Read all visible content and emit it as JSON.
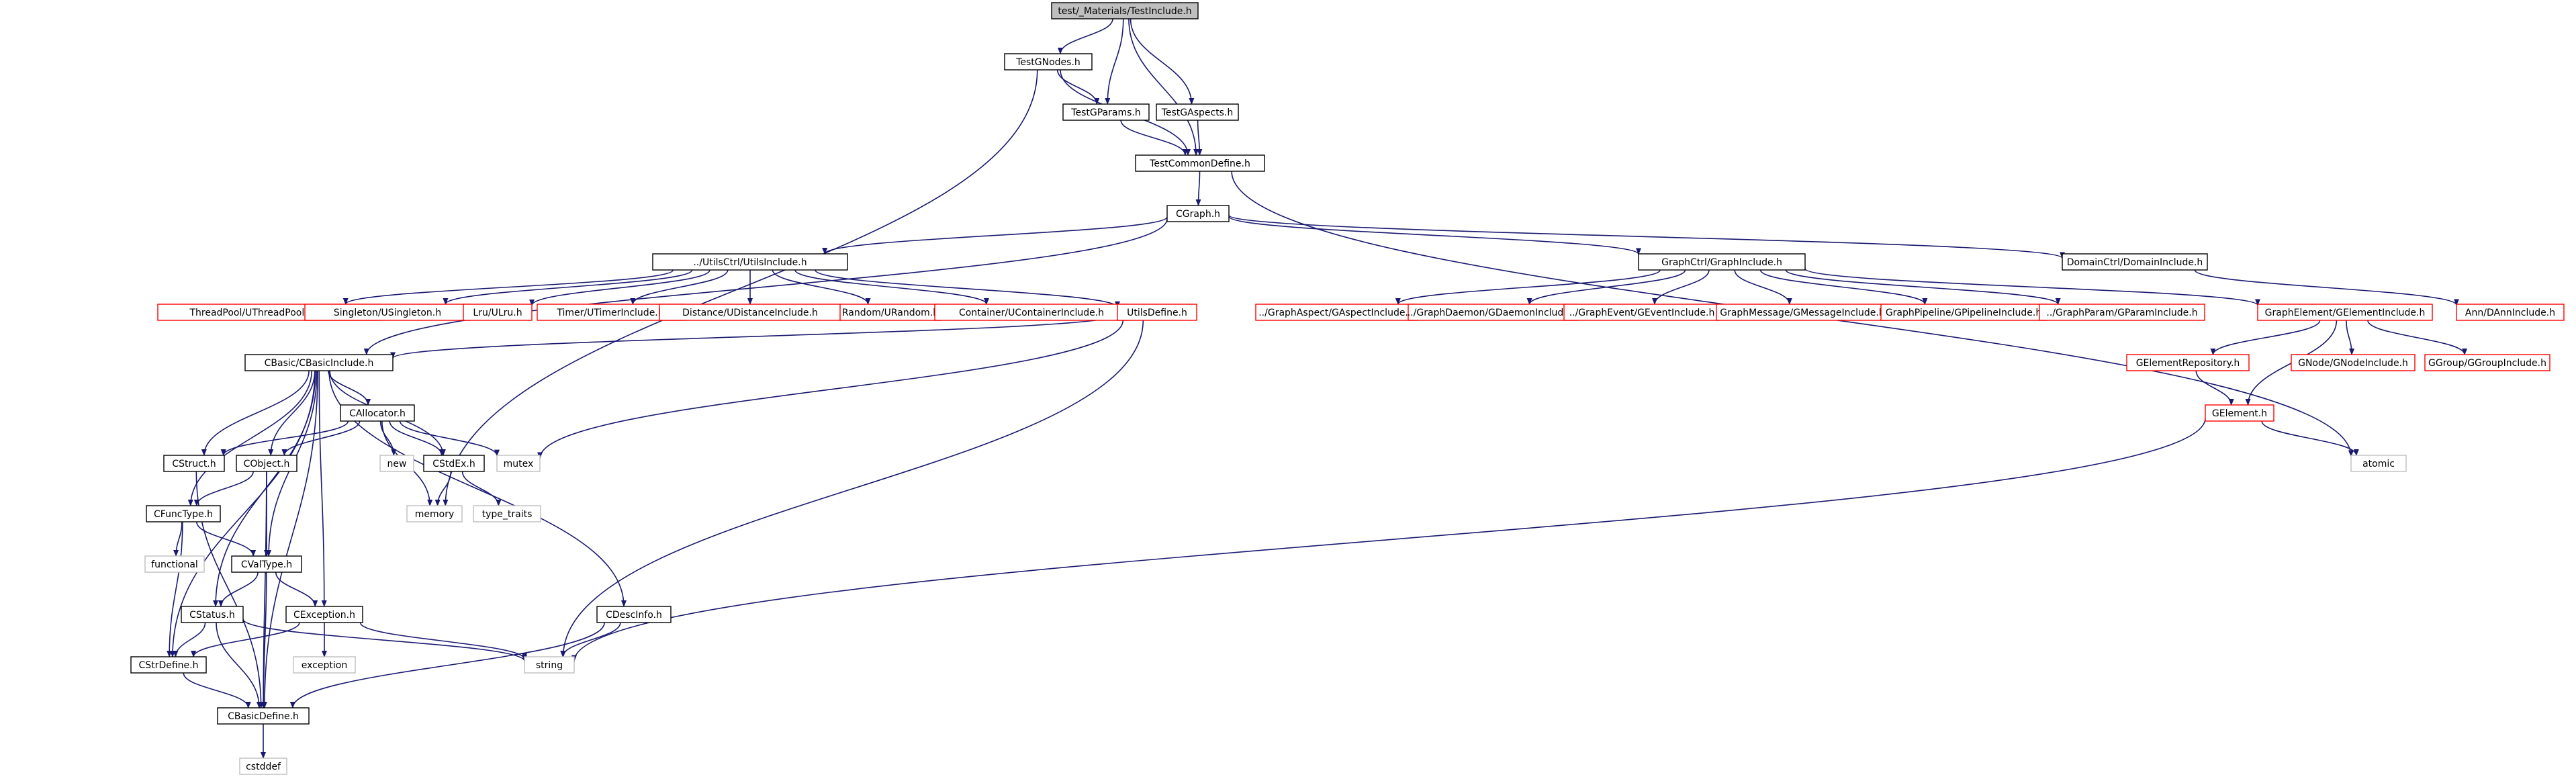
{
  "colors": {
    "edge": "#191970",
    "root_fill": "#bfbfbf",
    "node_border": "#000000",
    "missing_border": "#ff0000",
    "system_border": "#bfbfbf",
    "text": "#000000"
  },
  "nodes": [
    {
      "id": "root",
      "label": "test/_Materials/TestInclude.h",
      "kind": "root"
    },
    {
      "id": "gnodes",
      "label": "TestGNodes.h",
      "kind": "normal"
    },
    {
      "id": "gparams",
      "label": "TestGParams.h",
      "kind": "normal"
    },
    {
      "id": "gaspects",
      "label": "TestGAspects.h",
      "kind": "normal"
    },
    {
      "id": "commondefine",
      "label": "TestCommonDefine.h",
      "kind": "normal"
    },
    {
      "id": "cgraph",
      "label": "CGraph.h",
      "kind": "normal"
    },
    {
      "id": "utilsinclude",
      "label": "../UtilsCtrl/UtilsInclude.h",
      "kind": "normal"
    },
    {
      "id": "graphinclude",
      "label": "GraphCtrl/GraphInclude.h",
      "kind": "normal"
    },
    {
      "id": "domaininclude",
      "label": "DomainCtrl/DomainInclude.h",
      "kind": "normal"
    },
    {
      "id": "threadpool",
      "label": "ThreadPool/UThreadPoolInclude.h",
      "kind": "missing"
    },
    {
      "id": "singleton",
      "label": "Singleton/USingleton.h",
      "kind": "missing"
    },
    {
      "id": "lru",
      "label": "Lru/ULru.h",
      "kind": "missing"
    },
    {
      "id": "timer",
      "label": "Timer/UTimerInclude.h",
      "kind": "missing"
    },
    {
      "id": "distance",
      "label": "Distance/UDistanceInclude.h",
      "kind": "missing"
    },
    {
      "id": "random",
      "label": "Random/URandom.h",
      "kind": "missing"
    },
    {
      "id": "container",
      "label": "Container/UContainerInclude.h",
      "kind": "missing"
    },
    {
      "id": "utilsdefine",
      "label": "UtilsDefine.h",
      "kind": "missing"
    },
    {
      "id": "gaspectinc",
      "label": "../GraphAspect/GAspectInclude.h",
      "kind": "missing"
    },
    {
      "id": "gdaemoninc",
      "label": "../GraphDaemon/GDaemonInclude.h",
      "kind": "missing"
    },
    {
      "id": "geventinc",
      "label": "../GraphEvent/GEventInclude.h",
      "kind": "missing"
    },
    {
      "id": "gmessageinc",
      "label": "GraphMessage/GMessageInclude.h",
      "kind": "missing"
    },
    {
      "id": "gpipelineinc",
      "label": "GraphPipeline/GPipelineInclude.h",
      "kind": "missing"
    },
    {
      "id": "gparaminc",
      "label": "../GraphParam/GParamInclude.h",
      "kind": "missing"
    },
    {
      "id": "gelementinc",
      "label": "GraphElement/GElementInclude.h",
      "kind": "missing"
    },
    {
      "id": "anninc",
      "label": "Ann/DAnnInclude.h",
      "kind": "missing"
    },
    {
      "id": "gelementrepo",
      "label": "GElementRepository.h",
      "kind": "missing"
    },
    {
      "id": "gnodeinc",
      "label": "GNode/GNodeInclude.h",
      "kind": "missing"
    },
    {
      "id": "ggroupinc",
      "label": "GGroup/GGroupInclude.h",
      "kind": "missing"
    },
    {
      "id": "gelement",
      "label": "GElement.h",
      "kind": "missing"
    },
    {
      "id": "atomic",
      "label": "atomic",
      "kind": "system"
    },
    {
      "id": "cbasicinclude",
      "label": "CBasic/CBasicInclude.h",
      "kind": "normal"
    },
    {
      "id": "callocator",
      "label": "CAllocator.h",
      "kind": "normal"
    },
    {
      "id": "new",
      "label": "new",
      "kind": "system"
    },
    {
      "id": "cstdex",
      "label": "CStdEx.h",
      "kind": "normal"
    },
    {
      "id": "mutex",
      "label": "mutex",
      "kind": "system"
    },
    {
      "id": "cstruct",
      "label": "CStruct.h",
      "kind": "normal"
    },
    {
      "id": "cobject",
      "label": "CObject.h",
      "kind": "normal"
    },
    {
      "id": "memory",
      "label": "memory",
      "kind": "system"
    },
    {
      "id": "typetraits",
      "label": "type_traits",
      "kind": "system"
    },
    {
      "id": "cfunctype",
      "label": "CFuncType.h",
      "kind": "normal"
    },
    {
      "id": "functional",
      "label": "functional",
      "kind": "system"
    },
    {
      "id": "cvaltype",
      "label": "CValType.h",
      "kind": "normal"
    },
    {
      "id": "cstatus",
      "label": "CStatus.h",
      "kind": "normal"
    },
    {
      "id": "cexception",
      "label": "CException.h",
      "kind": "normal"
    },
    {
      "id": "cdescinfo",
      "label": "CDescInfo.h",
      "kind": "normal"
    },
    {
      "id": "exception",
      "label": "exception",
      "kind": "system"
    },
    {
      "id": "string",
      "label": "string",
      "kind": "system"
    },
    {
      "id": "cstrdefine",
      "label": "CStrDefine.h",
      "kind": "normal"
    },
    {
      "id": "cbasicdefine",
      "label": "CBasicDefine.h",
      "kind": "normal"
    },
    {
      "id": "cstddef",
      "label": "cstddef",
      "kind": "system"
    }
  ],
  "edges": [
    [
      "root",
      "gnodes"
    ],
    [
      "root",
      "gparams"
    ],
    [
      "root",
      "gaspects"
    ],
    [
      "root",
      "commondefine"
    ],
    [
      "gnodes",
      "gparams"
    ],
    [
      "gnodes",
      "commondefine"
    ],
    [
      "gnodes",
      "memory"
    ],
    [
      "gparams",
      "commondefine"
    ],
    [
      "gaspects",
      "commondefine"
    ],
    [
      "commondefine",
      "cgraph"
    ],
    [
      "commondefine",
      "atomic"
    ],
    [
      "cgraph",
      "utilsinclude"
    ],
    [
      "cgraph",
      "graphinclude"
    ],
    [
      "cgraph",
      "domaininclude"
    ],
    [
      "cgraph",
      "cbasicinclude"
    ],
    [
      "utilsinclude",
      "threadpool"
    ],
    [
      "utilsinclude",
      "singleton"
    ],
    [
      "utilsinclude",
      "lru"
    ],
    [
      "utilsinclude",
      "timer"
    ],
    [
      "utilsinclude",
      "distance"
    ],
    [
      "utilsinclude",
      "random"
    ],
    [
      "utilsinclude",
      "container"
    ],
    [
      "utilsinclude",
      "utilsdefine"
    ],
    [
      "utilsdefine",
      "cbasicinclude"
    ],
    [
      "utilsdefine",
      "mutex"
    ],
    [
      "utilsdefine",
      "string"
    ],
    [
      "graphinclude",
      "gaspectinc"
    ],
    [
      "graphinclude",
      "gdaemoninc"
    ],
    [
      "graphinclude",
      "geventinc"
    ],
    [
      "graphinclude",
      "gmessageinc"
    ],
    [
      "graphinclude",
      "gpipelineinc"
    ],
    [
      "graphinclude",
      "gparaminc"
    ],
    [
      "graphinclude",
      "gelementinc"
    ],
    [
      "domaininclude",
      "anninc"
    ],
    [
      "gelementinc",
      "gelementrepo"
    ],
    [
      "gelementinc",
      "gnodeinc"
    ],
    [
      "gelementinc",
      "ggroupinc"
    ],
    [
      "gelementinc",
      "gelement"
    ],
    [
      "gelementrepo",
      "gelement"
    ],
    [
      "gelement",
      "atomic"
    ],
    [
      "gelement",
      "string"
    ],
    [
      "cbasicinclude",
      "callocator"
    ],
    [
      "cbasicinclude",
      "cstdex"
    ],
    [
      "cbasicinclude",
      "cstruct"
    ],
    [
      "cbasicinclude",
      "cobject"
    ],
    [
      "cbasicinclude",
      "cfunctype"
    ],
    [
      "cbasicinclude",
      "cvaltype"
    ],
    [
      "cbasicinclude",
      "cstatus"
    ],
    [
      "cbasicinclude",
      "cexception"
    ],
    [
      "cbasicinclude",
      "cdescinfo"
    ],
    [
      "cbasicinclude",
      "cstrdefine"
    ],
    [
      "cbasicinclude",
      "cbasicdefine"
    ],
    [
      "callocator",
      "new"
    ],
    [
      "callocator",
      "cstdex"
    ],
    [
      "callocator",
      "mutex"
    ],
    [
      "callocator",
      "cstruct"
    ],
    [
      "callocator",
      "cobject"
    ],
    [
      "callocator",
      "memory"
    ],
    [
      "cstdex",
      "memory"
    ],
    [
      "cstdex",
      "typetraits"
    ],
    [
      "cstruct",
      "cbasicdefine"
    ],
    [
      "cobject",
      "cfunctype"
    ],
    [
      "cobject",
      "cvaltype"
    ],
    [
      "cobject",
      "cbasicdefine"
    ],
    [
      "cfunctype",
      "functional"
    ],
    [
      "cfunctype",
      "cvaltype"
    ],
    [
      "cfunctype",
      "cstrdefine"
    ],
    [
      "cvaltype",
      "cstatus"
    ],
    [
      "cvaltype",
      "cexception"
    ],
    [
      "cvaltype",
      "cbasicdefine"
    ],
    [
      "cstatus",
      "cstrdefine"
    ],
    [
      "cstatus",
      "string"
    ],
    [
      "cstatus",
      "cbasicdefine"
    ],
    [
      "cexception",
      "exception"
    ],
    [
      "cexception",
      "string"
    ],
    [
      "cexception",
      "cstrdefine"
    ],
    [
      "cdescinfo",
      "string"
    ],
    [
      "cdescinfo",
      "cbasicdefine"
    ],
    [
      "cstrdefine",
      "cbasicdefine"
    ],
    [
      "cbasicdefine",
      "cstddef"
    ]
  ]
}
